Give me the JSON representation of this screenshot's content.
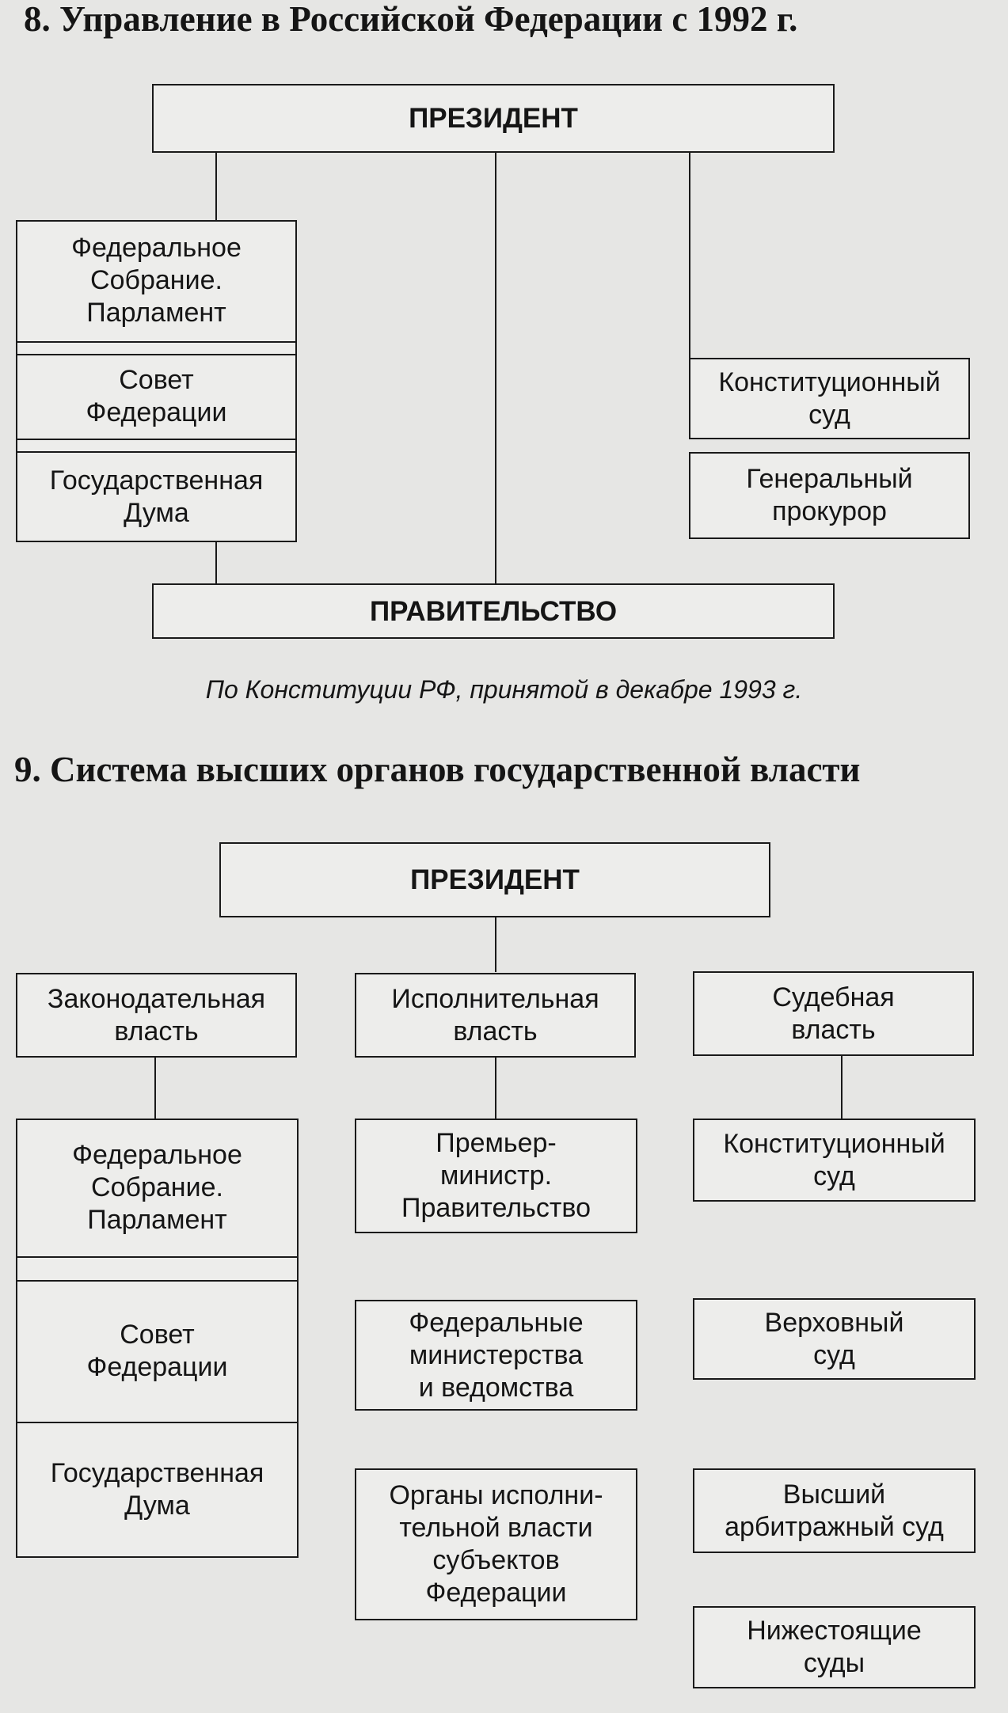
{
  "section8": {
    "title": "8. Управление в Российской Федерации с 1992 г.",
    "president": "ПРЕЗИДЕНТ",
    "federal_assembly": "Федеральное\nСобрание.\nПарламент",
    "federation_council": "Совет\nФедерации",
    "state_duma": "Государственная\nДума",
    "constitutional_court": "Конституционный\nсуд",
    "prosecutor_general": "Генеральный\nпрокурор",
    "government": "ПРАВИТЕЛЬСТВО",
    "caption": "По Конституции РФ, принятой в декабре 1993 г."
  },
  "section9": {
    "title": "9. Система высших органов государственной власти",
    "president": "ПРЕЗИДЕНТ",
    "legislative": "Законодательная\nвласть",
    "executive": "Исполнительная\nвласть",
    "judicial": "Судебная\nвласть",
    "federal_assembly": "Федеральное\nСобрание.\nПарламент",
    "federation_council": "Совет\nФедерации",
    "state_duma": "Государственная\nДума",
    "pm_government": "Премьер-\nминистр.\nПравительство",
    "federal_ministries": "Федеральные\nминистерства\nи ведомства",
    "regional_executive": "Органы исполни-\nтельной власти\nсубъектов\nФедерации",
    "constitutional_court": "Конституционный\nсуд",
    "supreme_court": "Верховный\nсуд",
    "arbitration_court": "Высший\nарбитражный суд",
    "lower_courts": "Нижестоящие\nсуды"
  }
}
